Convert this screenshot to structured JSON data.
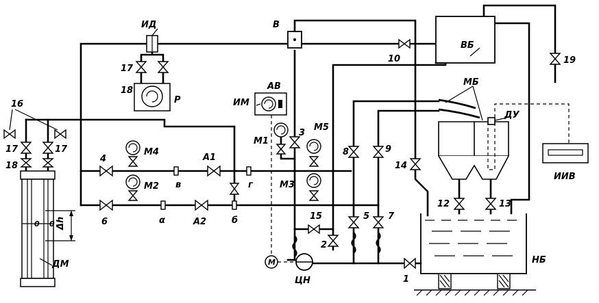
{
  "labels": {
    "id": "ИД",
    "v": "В",
    "vb": "ВБ",
    "mb": "МБ",
    "du": "ДУ",
    "iiv": "ИИВ",
    "nb": "НБ",
    "cn": "ЦН",
    "m": "М",
    "r": "Р",
    "im": "ИМ",
    "av": "АВ",
    "dm": "ДМ",
    "a1": "А1",
    "a2": "А2",
    "m1": "М1",
    "m2": "М2",
    "m3": "М3",
    "m4": "М4",
    "m5": "М5",
    "dh": "Δh",
    "zero_left": "0",
    "zero_right": "0",
    "node_alpha": "α",
    "node_b": "б",
    "node_v": "в",
    "node_g": "г"
  },
  "valves": [
    "1",
    "2",
    "3",
    "4",
    "5",
    "6",
    "7",
    "8",
    "9",
    "10",
    "12",
    "13",
    "14",
    "15",
    "16",
    "17",
    "17",
    "17",
    "18",
    "18",
    "19"
  ]
}
